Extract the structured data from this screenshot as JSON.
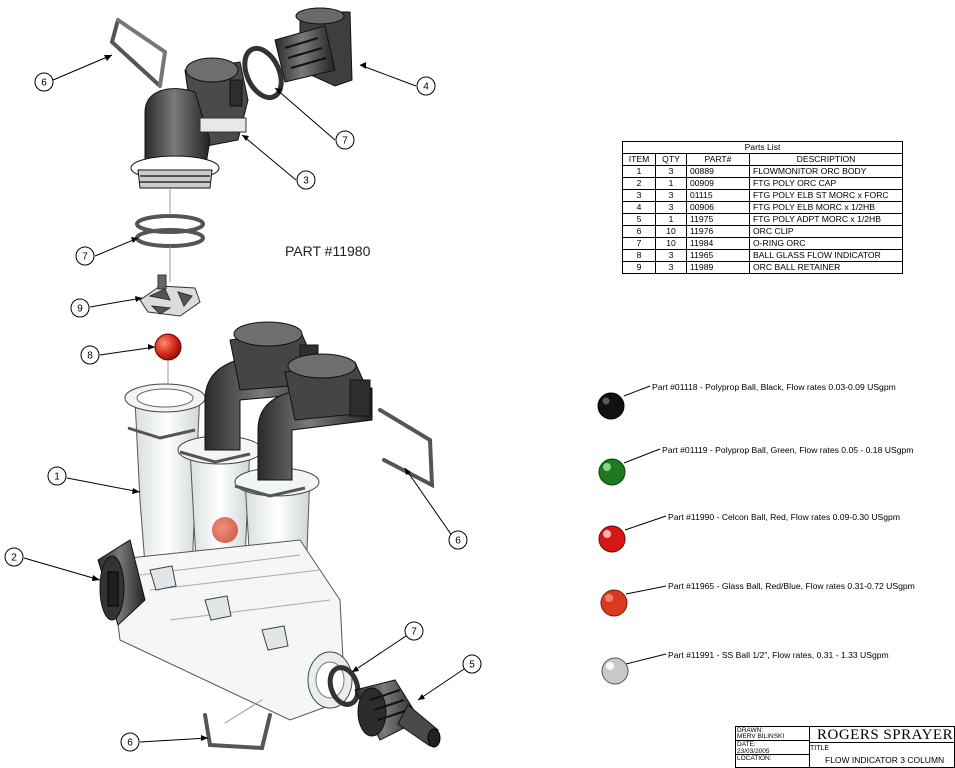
{
  "drawing": {
    "part_label": "PART #11980"
  },
  "callouts": [
    "6",
    "4",
    "7",
    "3",
    "7",
    "9",
    "8",
    "1",
    "2",
    "6",
    "7",
    "5",
    "6"
  ],
  "parts_list": {
    "caption": "Parts List",
    "headers": [
      "ITEM",
      "QTY",
      "PART#",
      "DESCRIPTION"
    ],
    "rows": [
      [
        "1",
        "3",
        "00889",
        "FLOWMONITOR ORC BODY"
      ],
      [
        "2",
        "1",
        "00909",
        "FTG POLY ORC CAP"
      ],
      [
        "3",
        "3",
        "01115",
        "FTG POLY ELB ST MORC x FORC"
      ],
      [
        "4",
        "3",
        "00906",
        "FTG POLY ELB MORC x 1/2HB"
      ],
      [
        "5",
        "1",
        "11975",
        "FTG POLY ADPT MORC x 1/2HB"
      ],
      [
        "6",
        "10",
        "11976",
        "ORC CLIP"
      ],
      [
        "7",
        "10",
        "11984",
        "O-RING ORC"
      ],
      [
        "8",
        "3",
        "11965",
        "BALL GLASS FLOW INDICATOR"
      ],
      [
        "9",
        "3",
        "11989",
        "ORC BALL RETAINER"
      ]
    ]
  },
  "balls": [
    {
      "text": "Part #01118 - Polyprop Ball, Black, Flow rates 0.03-0.09 USgpm",
      "color": "#111111",
      "highlight": "#666666"
    },
    {
      "text": "Part #01119 - Polyprop Ball, Green, Flow rates 0.05 - 0.18 USgpm",
      "color": "#1d7a1d",
      "highlight": "#8fd88f"
    },
    {
      "text": "Part #11990 - Celcon Ball, Red, Flow rates 0.09-0.30 USgpm",
      "color": "#d41818",
      "highlight": "#ffb0b0"
    },
    {
      "text": "Part #11965 - Glass Ball, Red/Blue, Flow rates 0.31-0.72 USgpm",
      "color": "#d93a1f",
      "highlight": "#f08a70"
    },
    {
      "text": "Part #11991 - SS Ball 1/2\", Flow rates, 0.31 - 1.33 USgpm",
      "color": "#c8c8c8",
      "highlight": "#f4f4f4"
    }
  ],
  "title_block": {
    "drawn_label": "DRAWN:",
    "drawn_value": "MERV BILINSKI",
    "date_label": "DATE:",
    "date_value": "23/03/2005",
    "location_label": "LOCATION:",
    "company": "ROGERS SPRAYER",
    "title_label": "TITLE",
    "title_value": "FLOW INDICATOR 3 COLUMN"
  },
  "colors": {
    "plastic_dark": "#3a3a3a",
    "plastic_mid": "#6c6c6c",
    "clear_body": "#e6ecee",
    "indicator_ball": "#d22a1a"
  }
}
